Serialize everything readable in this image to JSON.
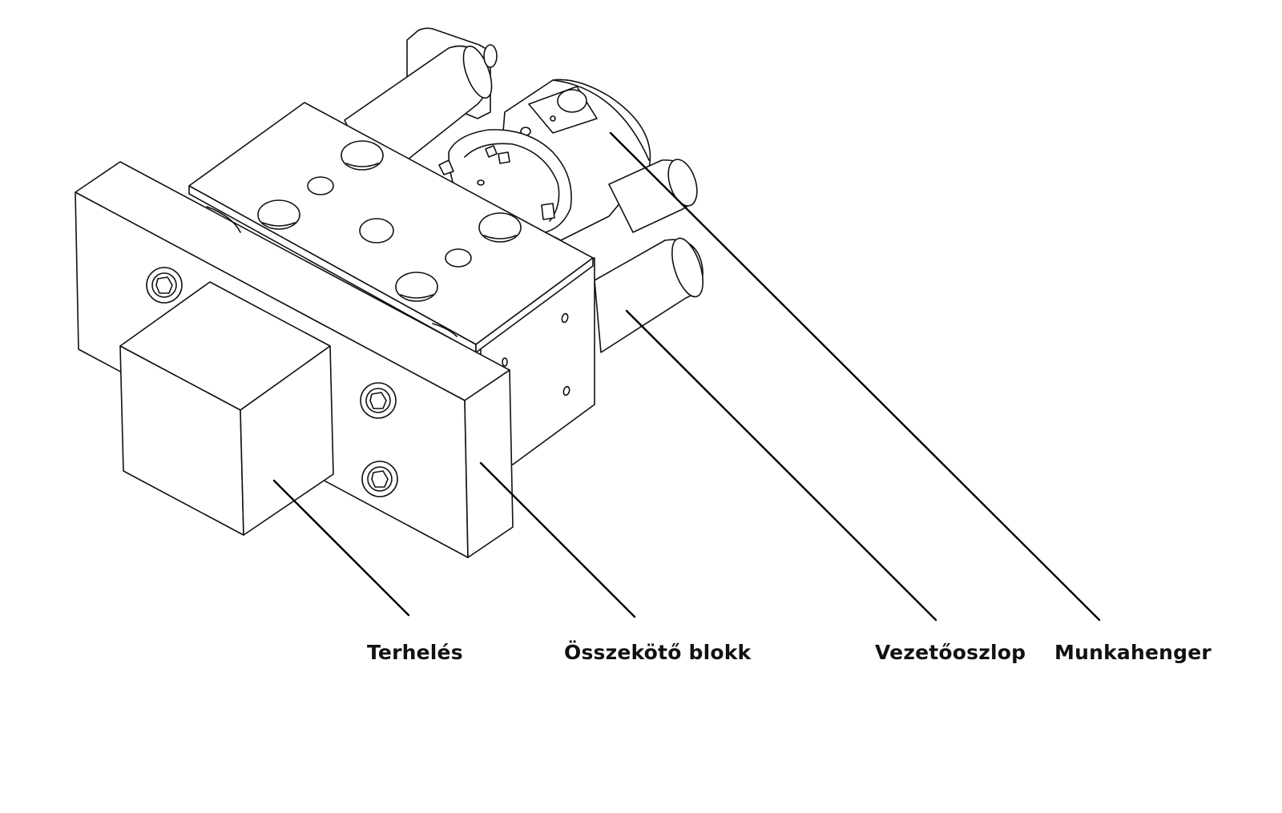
{
  "diagram": {
    "parts": [
      {
        "id": "terheles",
        "label": "Terhelés"
      },
      {
        "id": "osszekoto-blokk",
        "label": "Összekötő blokk"
      },
      {
        "id": "vezetooszlop",
        "label": "Vezetőoszlop"
      },
      {
        "id": "munkahenger",
        "label": "Munkahenger"
      }
    ]
  }
}
